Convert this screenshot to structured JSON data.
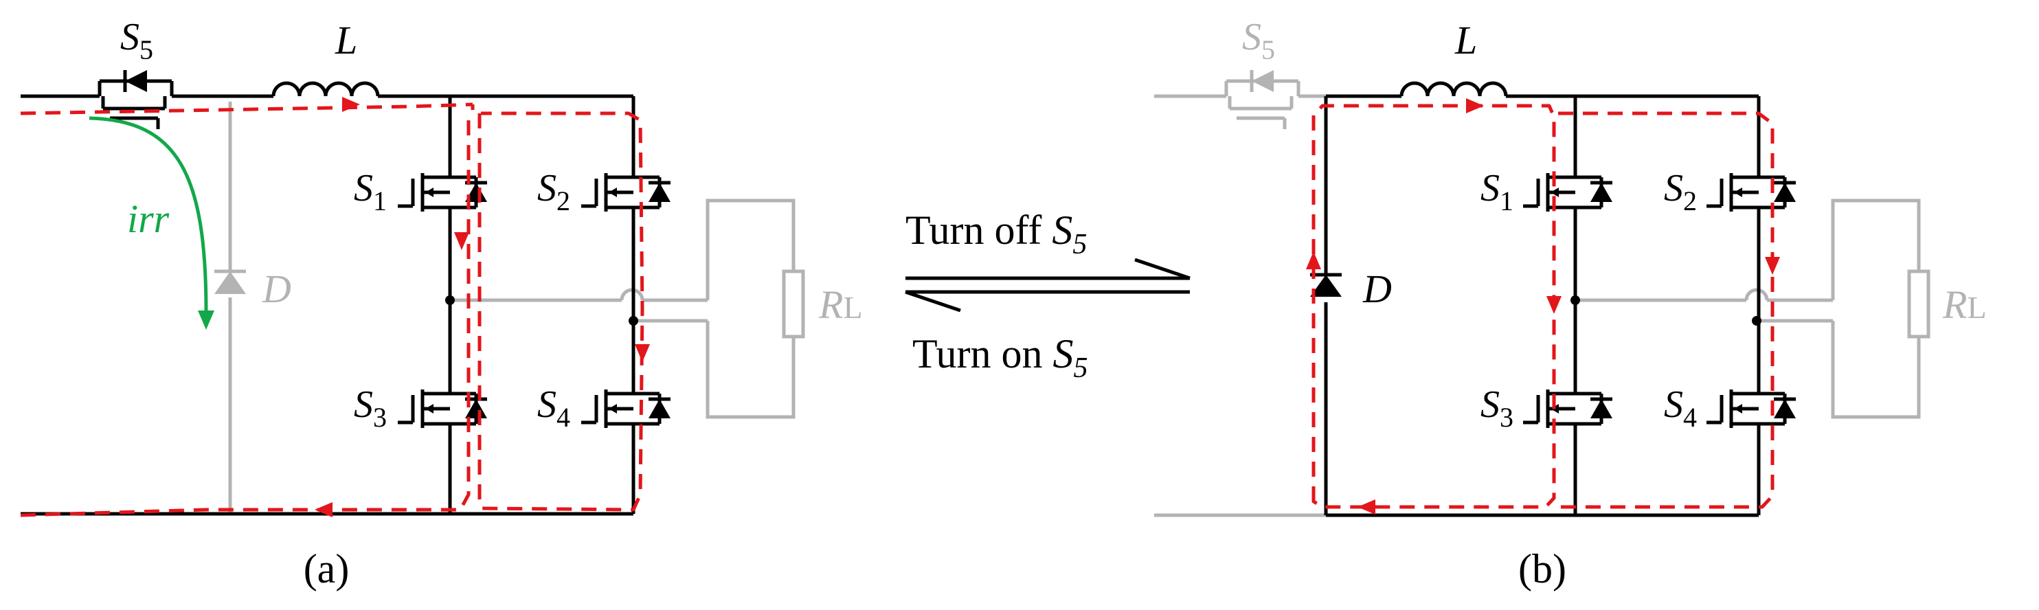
{
  "figure": {
    "panel_a": {
      "caption": "(a)",
      "switch_top": {
        "label": "S",
        "sub": "5"
      },
      "inductor": {
        "label": "L"
      },
      "diode": {
        "label": "D"
      },
      "load": {
        "label": "R",
        "sub": "L"
      },
      "recovery_current": {
        "label": "irr"
      },
      "mosfets": [
        {
          "label": "S",
          "sub": "1"
        },
        {
          "label": "S",
          "sub": "2"
        },
        {
          "label": "S",
          "sub": "3"
        },
        {
          "label": "S",
          "sub": "4"
        }
      ]
    },
    "panel_b": {
      "caption": "(b)",
      "switch_top": {
        "label": "S",
        "sub": "5"
      },
      "inductor": {
        "label": "L"
      },
      "diode": {
        "label": "D"
      },
      "load": {
        "label": "R",
        "sub": "L"
      },
      "mosfets": [
        {
          "label": "S",
          "sub": "1"
        },
        {
          "label": "S",
          "sub": "2"
        },
        {
          "label": "S",
          "sub": "3"
        },
        {
          "label": "S",
          "sub": "4"
        }
      ]
    },
    "transition": {
      "top": {
        "text": "Turn off ",
        "sym": "S",
        "sub": "5"
      },
      "bottom": {
        "text": "Turn on ",
        "sym": "S",
        "sub": "5"
      }
    },
    "colors": {
      "active_wire": "#000000",
      "inactive_wire": "#b3b3b3",
      "current_path": "#e3161b",
      "reverse_recovery": "#12a84a"
    }
  }
}
